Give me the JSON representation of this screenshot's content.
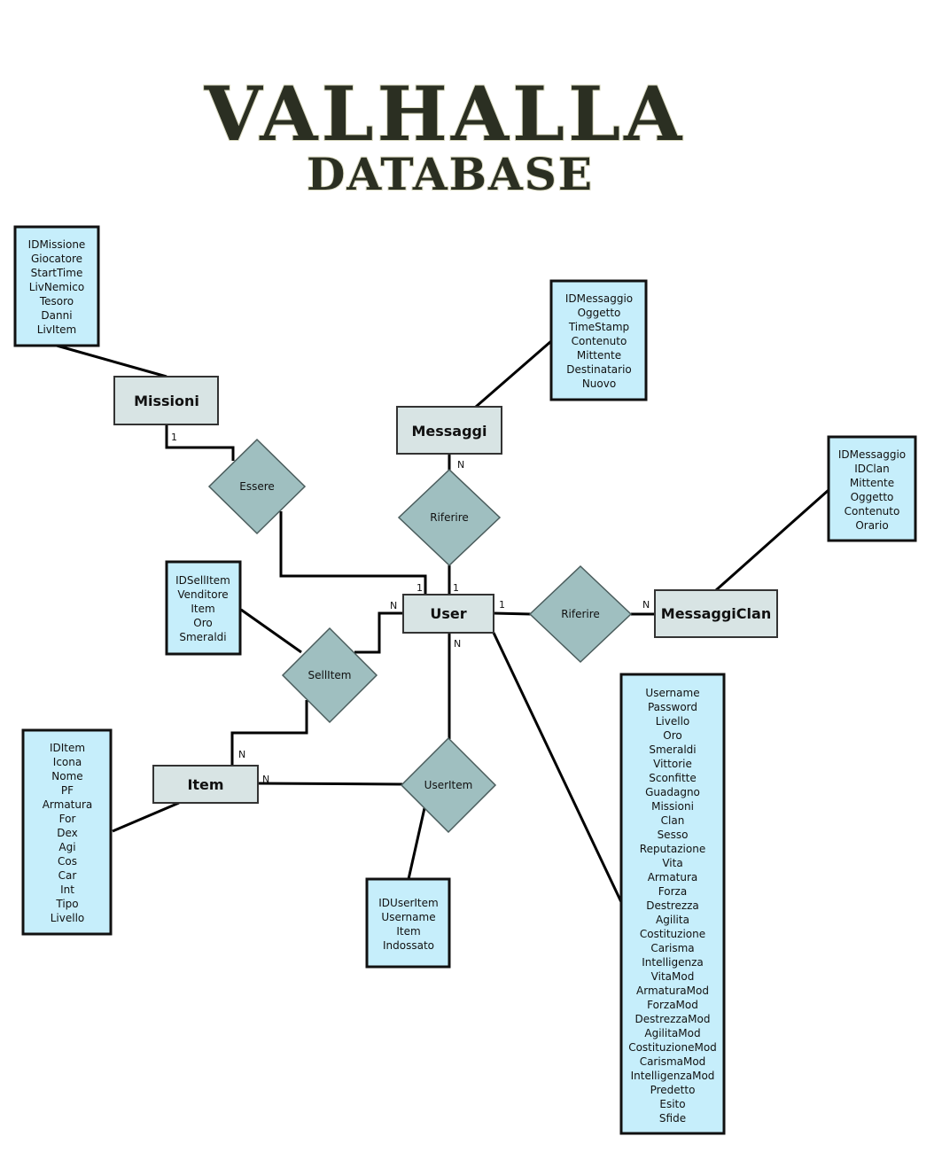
{
  "title": {
    "line1": "VALHALLA",
    "line2": "DATABASE"
  },
  "entities": {
    "missioni": "Missioni",
    "messaggi": "Messaggi",
    "user": "User",
    "messaggiclan": "MessaggiClan",
    "item": "Item"
  },
  "relationships": {
    "essere": "Essere",
    "riferire_messaggi": "Riferire",
    "riferire_clan": "Riferire",
    "sellitem": "SellItem",
    "useritem": "UserItem"
  },
  "attributes": {
    "missioni": [
      "IDMissione",
      "Giocatore",
      "StartTime",
      "LivNemico",
      "Tesoro",
      "Danni",
      "LivItem"
    ],
    "messaggi": [
      "IDMessaggio",
      "Oggetto",
      "TimeStamp",
      "Contenuto",
      "Mittente",
      "Destinatario",
      "Nuovo"
    ],
    "messaggiclan": [
      "IDMessaggio",
      "IDClan",
      "Mittente",
      "Oggetto",
      "Contenuto",
      "Orario"
    ],
    "sellitem": [
      "IDSellItem",
      "Venditore",
      "Item",
      "Oro",
      "Smeraldi"
    ],
    "item": [
      "IDItem",
      "Icona",
      "Nome",
      "PF",
      "Armatura",
      "For",
      "Dex",
      "Agi",
      "Cos",
      "Car",
      "Int",
      "Tipo",
      "Livello"
    ],
    "useritem": [
      "IDUserItem",
      "Username",
      "Item",
      "Indossato"
    ],
    "user": [
      "Username",
      "Password",
      "Livello",
      "Oro",
      "Smeraldi",
      "Vittorie",
      "Sconfitte",
      "Guadagno",
      "Missioni",
      "Clan",
      "Sesso",
      "Reputazione",
      "Vita",
      "Armatura",
      "Forza",
      "Destrezza",
      "Agilita",
      "Costituzione",
      "Carisma",
      "Intelligenza",
      "VitaMod",
      "ArmaturaMod",
      "ForzaMod",
      "DestrezzaMod",
      "AgilitaMod",
      "CostituzioneMod",
      "CarismaMod",
      "IntelligenzaMod",
      "Predetto",
      "Esito",
      "Sfide"
    ]
  },
  "cardinalities": {
    "missioni_essere": "1",
    "essere_user": "1",
    "messaggi_riferire": "N",
    "riferire_user": "1",
    "user_riferire_clan": "1",
    "riferire_messaggiclan": "N",
    "sellitem_user": "N",
    "item_sellitem": "N",
    "user_useritem": "N",
    "item_useritem": "N"
  }
}
